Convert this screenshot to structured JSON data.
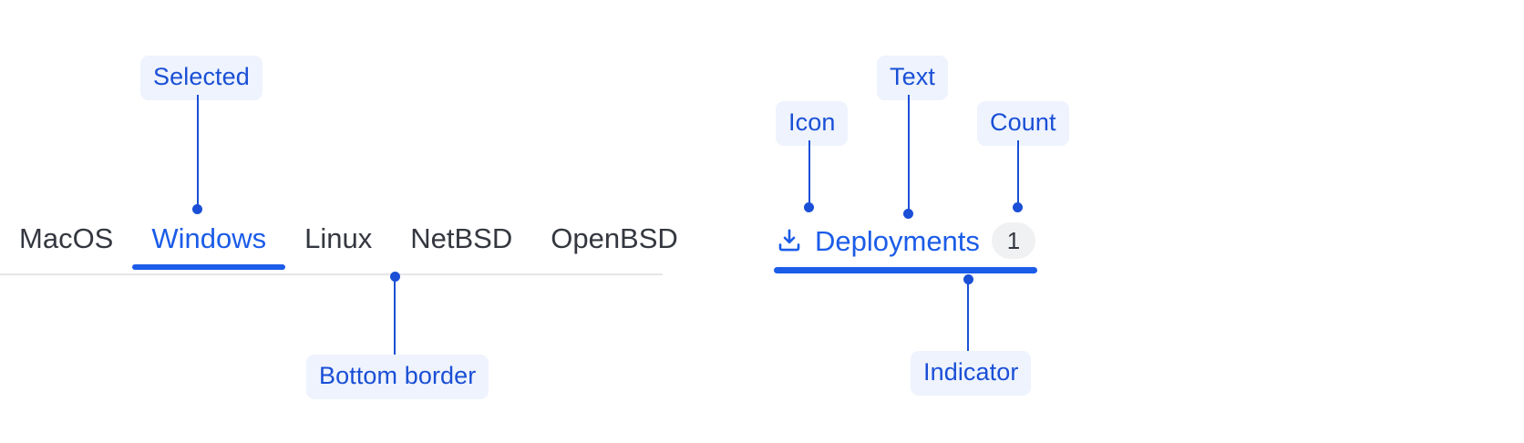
{
  "theme": {
    "accent_blue": "#1b5ce8",
    "callout_text": "#1a4fd6",
    "callout_bg": "#eef3fd",
    "tab_text": "#34373f",
    "divider": "#e6e6e8",
    "badge_bg": "#f0f1f3"
  },
  "simple_tabs": {
    "items": [
      {
        "label": "MacOS",
        "selected": false
      },
      {
        "label": "Windows",
        "selected": true
      },
      {
        "label": "Linux",
        "selected": false
      },
      {
        "label": "NetBSD",
        "selected": false
      },
      {
        "label": "OpenBSD",
        "selected": false
      }
    ],
    "annotations": {
      "selected": "Selected",
      "bottom_border": "Bottom border"
    }
  },
  "rich_tab": {
    "icon": "download-tray-icon",
    "label": "Deployments",
    "count": "1",
    "annotations": {
      "icon": "Icon",
      "text": "Text",
      "count": "Count",
      "indicator": "Indicator"
    }
  }
}
